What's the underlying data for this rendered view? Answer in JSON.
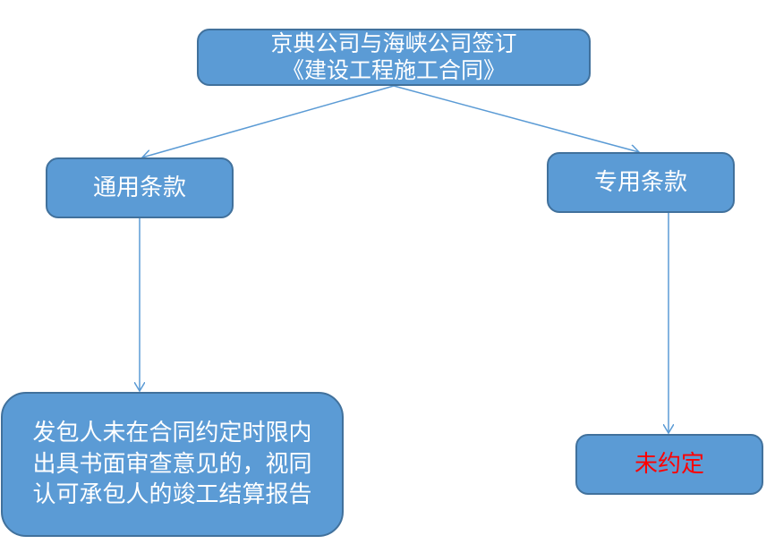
{
  "diagram": {
    "root": {
      "line1": "京典公司与海峡公司签订",
      "line2": "《建设工程施工合同》"
    },
    "left_branch": {
      "label": "通用条款"
    },
    "right_branch": {
      "label": "专用条款"
    },
    "left_leaf": {
      "line1": "发包人未在合同约定时限内",
      "line2": "出具书面审查意见的，视同",
      "line3": "认可承包人的竣工结算报告"
    },
    "right_leaf": {
      "label": "未约定",
      "text_color": "#ff0000"
    },
    "colors": {
      "node_fill": "#5b9bd5",
      "node_border": "#41719c",
      "node_text": "#ffffff",
      "arrow": "#5b9bd5"
    }
  }
}
